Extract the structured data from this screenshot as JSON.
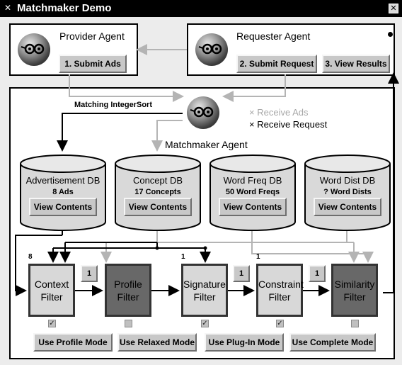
{
  "window": {
    "title": "Matchmaker Demo"
  },
  "provider": {
    "title": "Provider Agent",
    "submit_label": "1. Submit Ads"
  },
  "requester": {
    "title": "Requester Agent",
    "submit_label": "2. Submit Request",
    "results_label": "3. View Results"
  },
  "matchmaker": {
    "title": "Matchmaker Agent",
    "sort_label": "Matching IntegerSort",
    "legend": [
      {
        "mark": "×",
        "text": "Receive Ads"
      },
      {
        "mark": "×",
        "text": "Receive Request"
      }
    ]
  },
  "databases": [
    {
      "name": "Advertisement DB",
      "count": "8 Ads",
      "button": "View Contents"
    },
    {
      "name": "Concept DB",
      "count": "17 Concepts",
      "button": "View Contents"
    },
    {
      "name": "Word Freq DB",
      "count": "50 Word Freqs",
      "button": "View Contents"
    },
    {
      "name": "Word Dist DB",
      "count": "? Word Dists",
      "button": "View Contents"
    }
  ],
  "filters": [
    {
      "line1": "Context",
      "line2": "Filter",
      "active": true,
      "count": "8",
      "checked": true
    },
    {
      "line1": "Profile",
      "line2": "Filter",
      "active": false,
      "count": "",
      "checked": false
    },
    {
      "line1": "Signature",
      "line2": "Filter",
      "active": true,
      "count": "1",
      "checked": true
    },
    {
      "line1": "Constraint",
      "line2": "Filter",
      "active": true,
      "count": "1",
      "checked": true
    },
    {
      "line1": "Similarity",
      "line2": "Filter",
      "active": false,
      "count": "",
      "checked": false
    }
  ],
  "step_buttons": [
    "1",
    "1",
    "1"
  ],
  "mode_buttons": [
    "Use Profile Mode",
    "Use Relaxed Mode",
    "Use Plug-In Mode",
    "Use Complete Mode"
  ],
  "colors": {
    "inactive_filter": "#686868",
    "active_filter": "#d8d8d8",
    "wire_gray": "#b4b4b4",
    "wire_black": "#000000"
  },
  "icons": {
    "agent": "agent-face-icon",
    "close": "close-icon",
    "database": "database-icon"
  }
}
